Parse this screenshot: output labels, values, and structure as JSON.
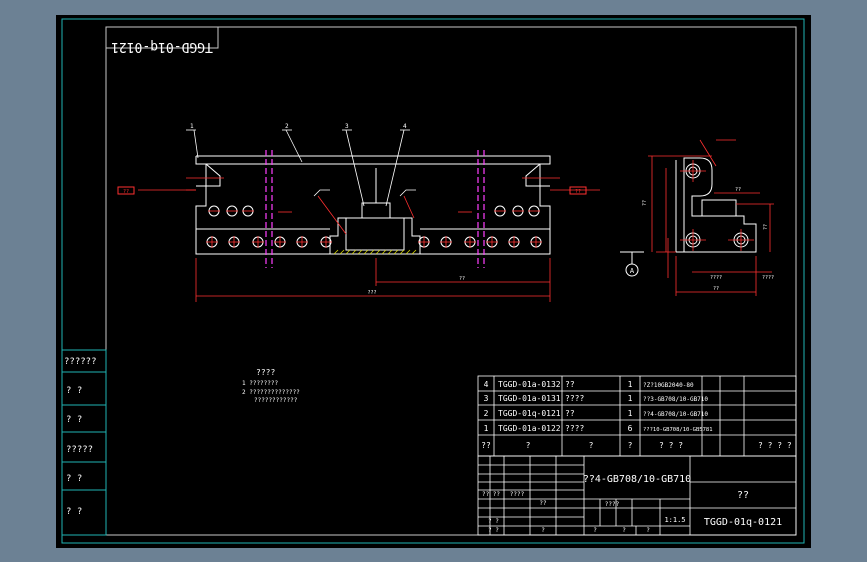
{
  "drawing": {
    "stamp_number": "TGGD-01q-0121",
    "notes_title": "????",
    "notes": [
      "1 ????????",
      "2 ??????????????",
      "????????????"
    ],
    "dims": {
      "overall_length": "???",
      "half_length": "??",
      "side_height": "??",
      "side_width": "??",
      "side_width2": "??",
      "side_small": "??",
      "side_dim_a": "????",
      "side_dim_b": "????"
    },
    "labels": {
      "left_tag": "??",
      "right_tag": "??",
      "datum": "A",
      "balloons": [
        "1",
        "2",
        "3",
        "4"
      ]
    },
    "left_column": [
      "??????",
      "?   ?",
      "?   ?",
      "?????",
      "?   ?",
      "?   ?"
    ]
  },
  "bom": {
    "rows": [
      {
        "no": "4",
        "code": "TGGD-01a-0132",
        "name": "??",
        "qty": "1",
        "material": "?Z?10GB2040-80"
      },
      {
        "no": "3",
        "code": "TGGD-01a-0131",
        "name": "????",
        "qty": "1",
        "material": "??3-GB708/10-GB710"
      },
      {
        "no": "2",
        "code": "TGGD-01q-0121",
        "name": "??",
        "qty": "1",
        "material": "??4-GB708/10-GB710"
      },
      {
        "no": "1",
        "code": "TGGD-01a-0122",
        "name": "????",
        "qty": "6",
        "material": "???10-GB708/10-GB5781"
      }
    ],
    "header": {
      "no": "??",
      "code": "?",
      "name": "?",
      "qty": "?",
      "material": "? ? ?",
      "extra": "? ? ? ?"
    }
  },
  "title_block": {
    "material": "??4-GB708/10-GB710",
    "part_name": "??",
    "drawing_number": "TGGD-01q-0121",
    "scale": "1:1.5",
    "weight_label": "????",
    "sign_labels": [
      "?? ??",
      "????",
      "??",
      "? ?",
      "? ?"
    ],
    "bottom_labels": [
      "?",
      "?",
      "?",
      "?"
    ]
  }
}
